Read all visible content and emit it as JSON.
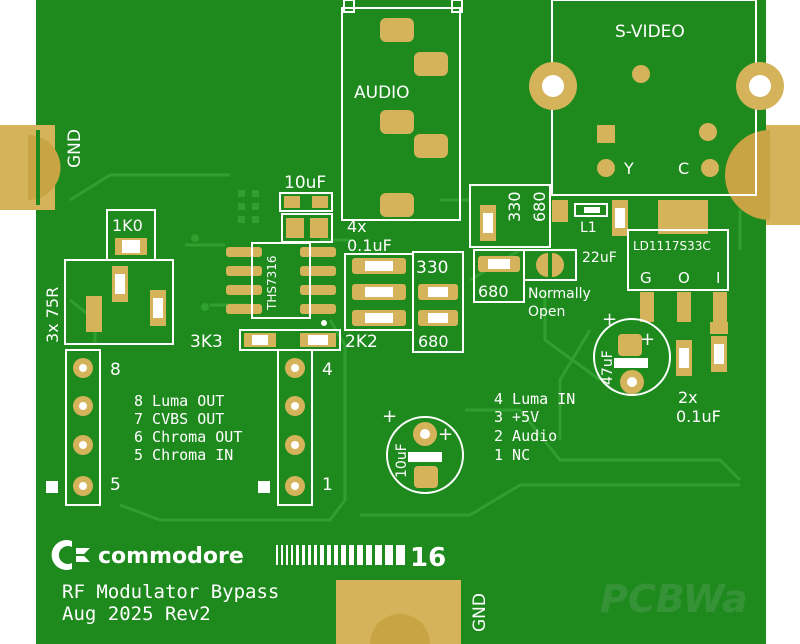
{
  "connectors": {
    "audio": "AUDIO",
    "svideo": "S-VIDEO",
    "svideo_y": "Y",
    "svideo_c": "C",
    "gnd_left": "GND",
    "gnd_bottom": "GND"
  },
  "components": {
    "c10uf_top": "10uF",
    "c_4x": "4x",
    "c_4x_value": "0.1uF",
    "r_1k0": "1K0",
    "r_3x": "3x 75R",
    "ic": "THS7316",
    "r_3k3": "3K3",
    "r_2k2": "2K2",
    "r_330_a": "330",
    "r_680_a": "680",
    "r_330_b": "330",
    "r_680_b": "680",
    "r_680_c": "680",
    "l1": "L1",
    "c22uf": "22uF",
    "regulator": "LD1117S33C",
    "reg_g": "G",
    "reg_o": "O",
    "reg_i": "I",
    "normally_open_1": "Normally",
    "normally_open_2": "Open",
    "c47uf": "47uF",
    "c10uf_bottom": "10uF",
    "c_2x": "2x",
    "c_2x_value": "0.1uF",
    "plus": "+"
  },
  "headers": {
    "left_pin_top": "8",
    "left_pin_bottom": "5",
    "right_pin_top": "4",
    "right_pin_bottom": "1",
    "left_labels": [
      "8 Luma OUT",
      "7 CVBS OUT",
      "6 Chroma OUT",
      "5 Chroma IN"
    ],
    "right_labels": [
      "4 Luma IN",
      "3 +5V",
      "2 Audio",
      "1 NC"
    ]
  },
  "branding": {
    "logo_text": "commodore",
    "model": "16",
    "title": "RF Modulator Bypass",
    "subtitle": "Aug 2025 Rev2",
    "watermark": "PCBWa"
  },
  "colors": {
    "board": "#1e8a1e",
    "trace": "#2b9a2b",
    "copper": "#d4b35a",
    "silk": "#ffffff"
  }
}
